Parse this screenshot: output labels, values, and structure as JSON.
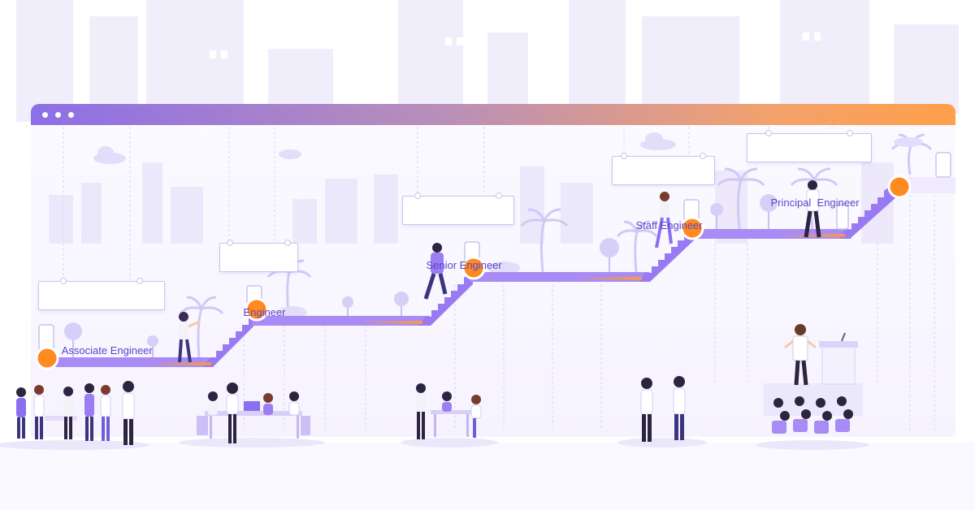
{
  "ladder": {
    "levels": [
      {
        "label": "Associate Engineer"
      },
      {
        "label": "Engineer"
      },
      {
        "label": "Senior Engineer"
      },
      {
        "label": "Staff Engineer"
      },
      {
        "label": "Principal  Engineer"
      }
    ]
  },
  "colors": {
    "accent_purple": "#8b6ff0",
    "accent_orange": "#ff8a1f",
    "label_text": "#5b45c8",
    "skyline": "#ece8fb"
  },
  "icons": [
    "browser-dots-icon",
    "milestone-marker-icon",
    "palm-tree-icon",
    "tree-icon",
    "cloud-icon",
    "podium-icon",
    "people-illustration"
  ]
}
